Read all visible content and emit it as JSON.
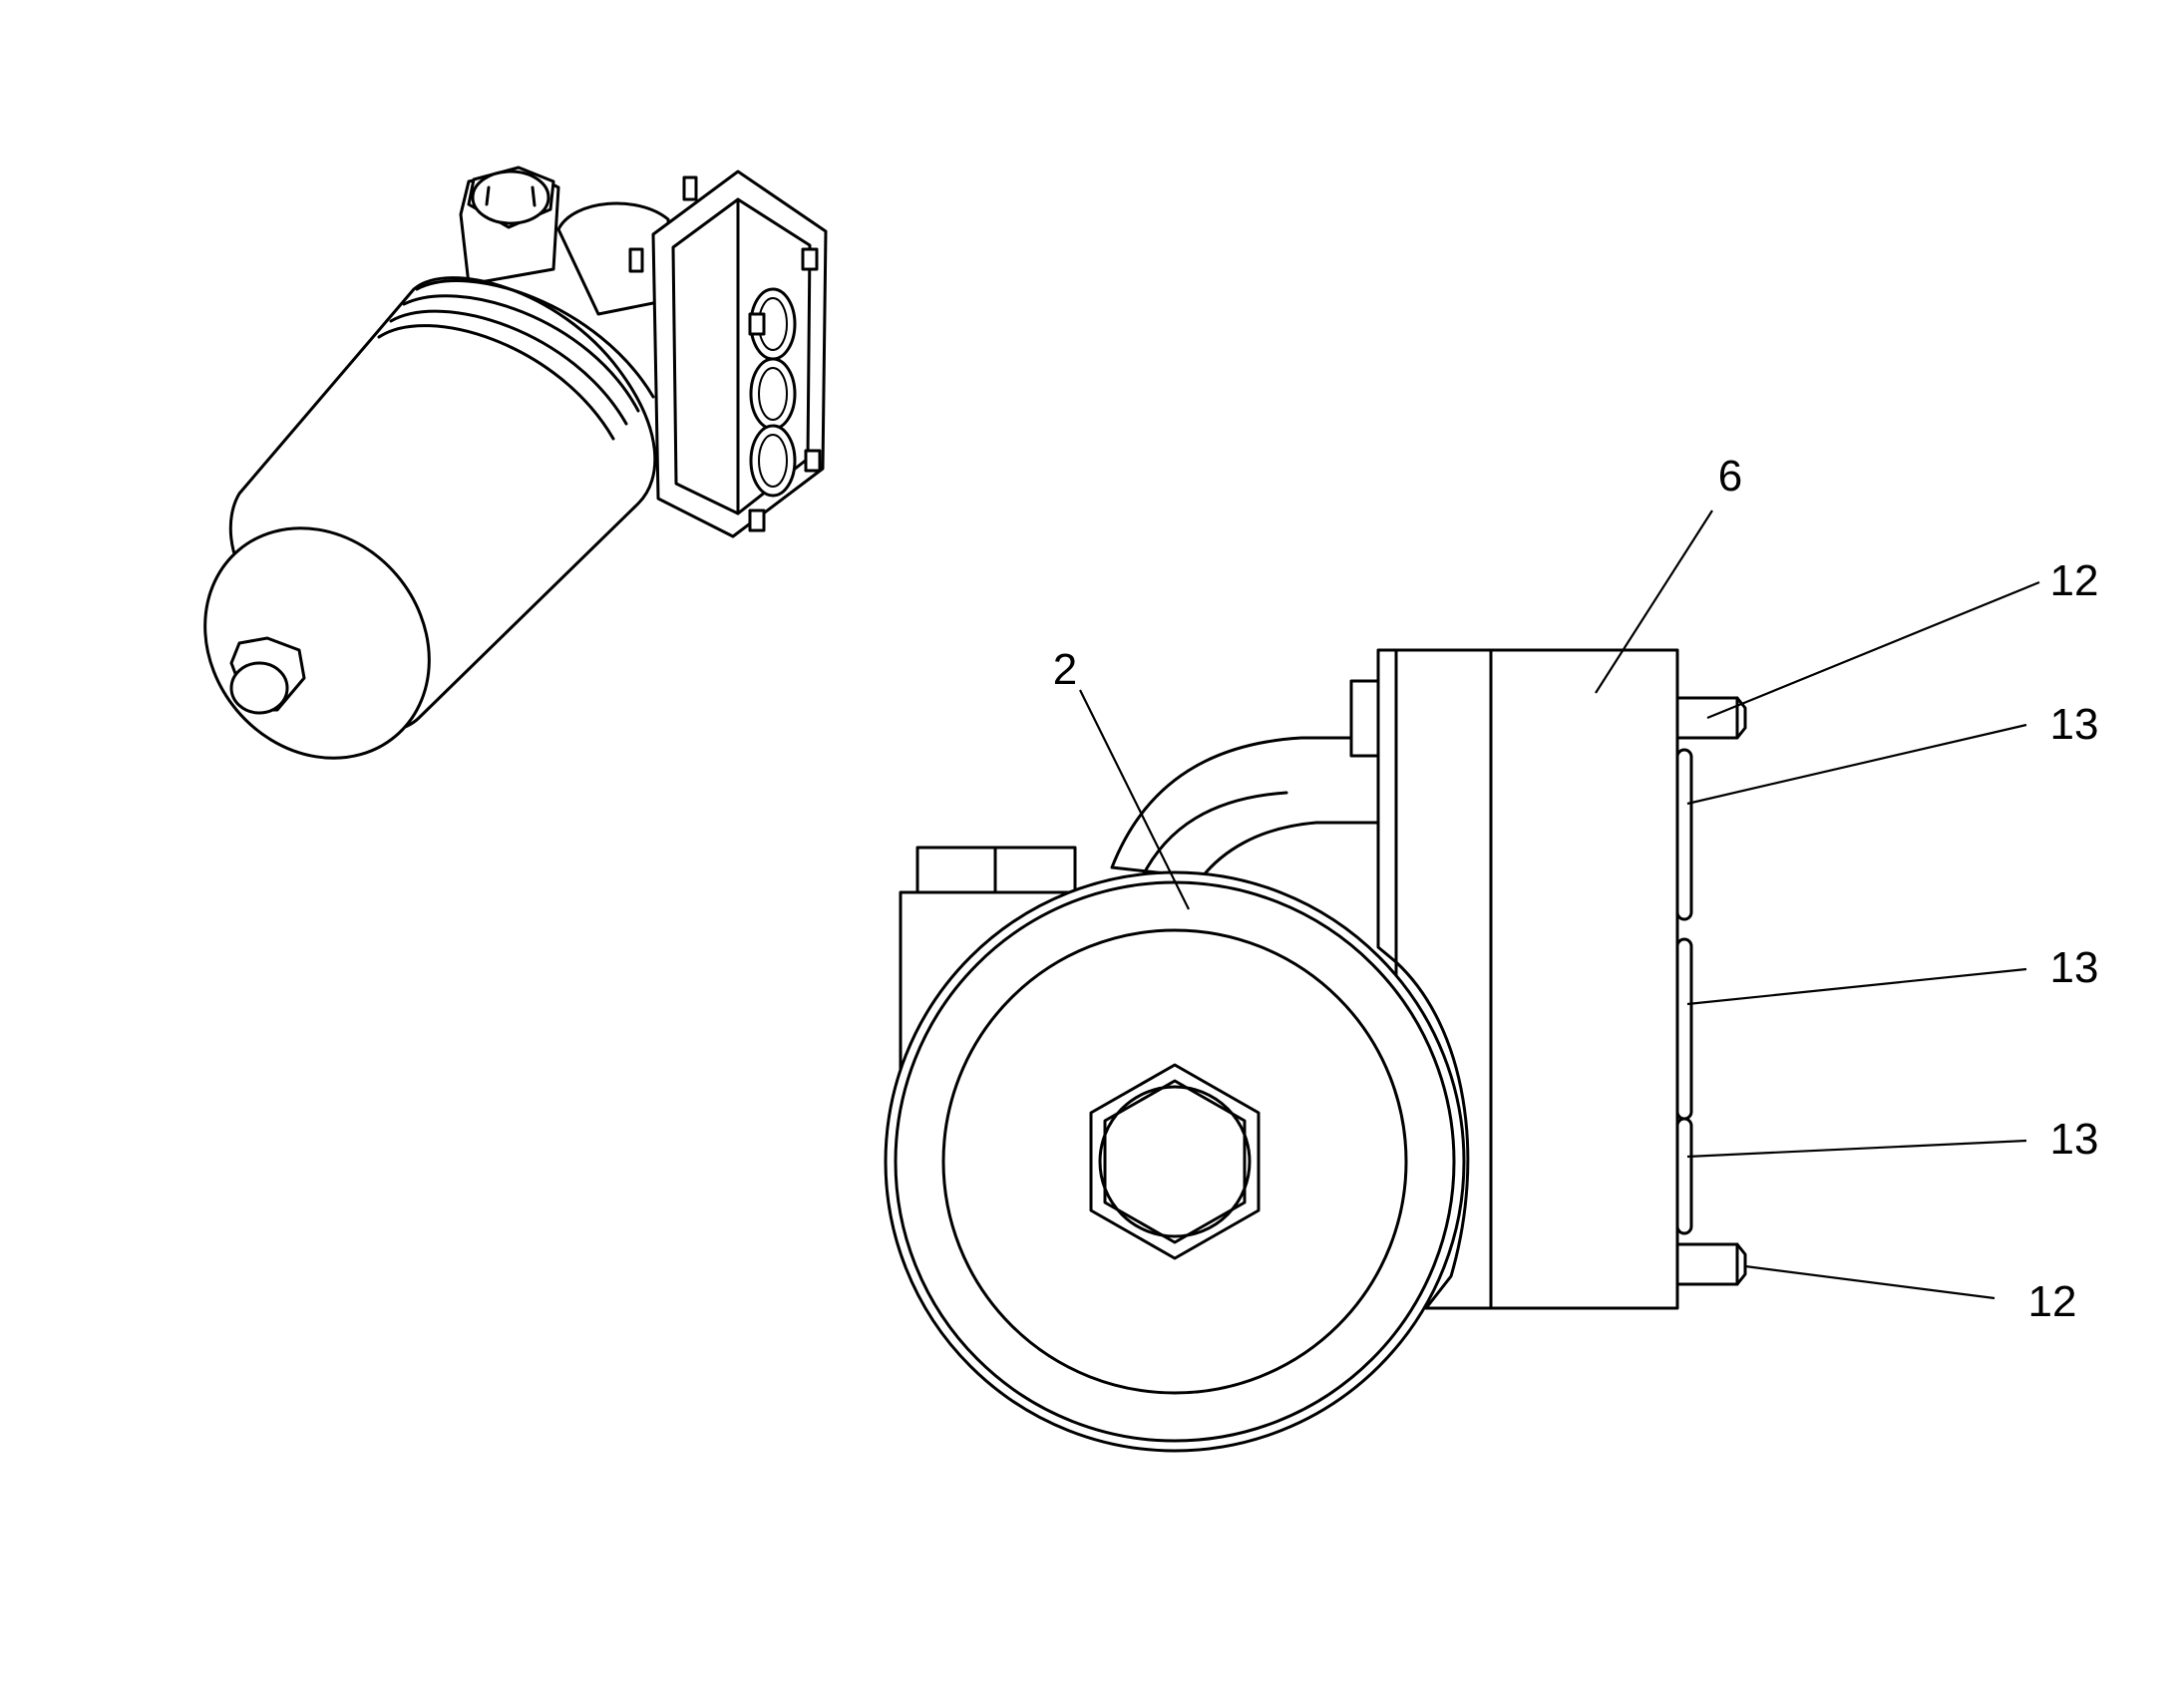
{
  "diagram": {
    "callouts": [
      {
        "id": "c6",
        "label": "6"
      },
      {
        "id": "c2",
        "label": "2"
      },
      {
        "id": "c12a",
        "label": "12"
      },
      {
        "id": "c13a",
        "label": "13"
      },
      {
        "id": "c13b",
        "label": "13"
      },
      {
        "id": "c13c",
        "label": "13"
      },
      {
        "id": "c12b",
        "label": "12"
      }
    ]
  },
  "colors": {
    "line": "#000000",
    "background": "#ffffff"
  }
}
